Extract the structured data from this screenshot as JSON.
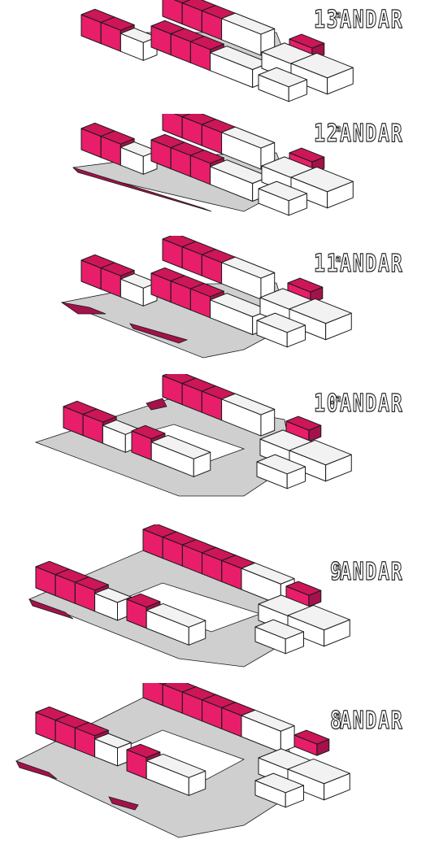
{
  "colors": {
    "accent": "#e81e6b",
    "accent_top": "#cc1658",
    "accent_shadow": "#a3124a",
    "block_top": "#f2f2f2",
    "block_side": "#ffffff",
    "slab": "#cfcfcf",
    "outline": "#1a1a1a"
  },
  "floors": [
    {
      "id": "13",
      "number": "13",
      "suffix": "a",
      "word": "ANDAR"
    },
    {
      "id": "12",
      "number": "12",
      "suffix": "a",
      "word": "ANDAR"
    },
    {
      "id": "11",
      "number": "11",
      "suffix": "a",
      "word": "ANDAR"
    },
    {
      "id": "10",
      "number": "10",
      "suffix": "a",
      "word": "ANDAR"
    },
    {
      "id": "9",
      "number": "9",
      "suffix": "a",
      "word": "ANDAR"
    },
    {
      "id": "8",
      "number": "8",
      "suffix": "a",
      "word": "ANDAR"
    }
  ]
}
